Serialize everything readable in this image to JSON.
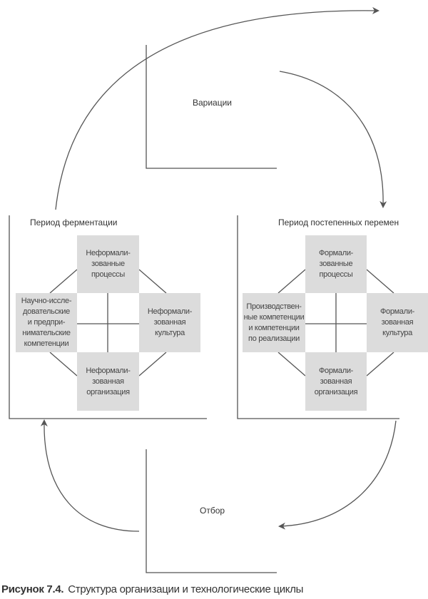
{
  "stages": {
    "variation": "Вариации",
    "selection": "Отбор"
  },
  "left_panel": {
    "title": "Период ферментации",
    "top": "Неформали-\nзованные\nпроцессы",
    "left": "Научно-иссле-\nдовательские\nи предпри-\nнимательские\nкомпетенции",
    "right": "Неформали-\nзованная\nкультура",
    "bottom": "Неформали-\nзованная\nорганизация"
  },
  "right_panel": {
    "title": "Период постепенных перемен",
    "top": "Формали-\nзованные\nпроцессы",
    "left": "Производствен-\nные компетенции\nи компетенции\nпо реализации",
    "right": "Формали-\nзованная\nкультура",
    "bottom": "Формали-\nзованная\nорганизация"
  },
  "caption": {
    "label": "Рисунок 7.4.",
    "text": "Структура организации и технологические циклы"
  },
  "colors": {
    "box": "#dcdcdc",
    "line": "#555555"
  }
}
